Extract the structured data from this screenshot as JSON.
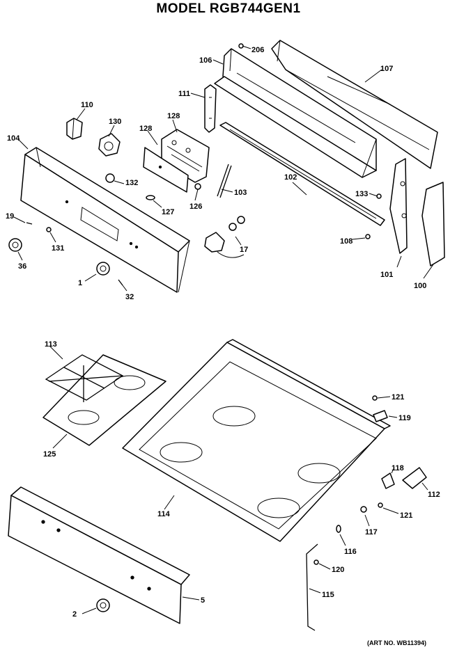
{
  "title": "MODEL RGB744GEN1",
  "art_number": "(ART NO. WB11394)",
  "callouts": {
    "c206": "206",
    "c106": "106",
    "c107": "107",
    "c111": "111",
    "c110": "110",
    "c130": "130",
    "c128a": "128",
    "c128b": "128",
    "c104": "104",
    "c132": "132",
    "c127": "127",
    "c126": "126",
    "c103": "103",
    "c102": "102",
    "c133": "133",
    "c19": "19",
    "c131": "131",
    "c36": "36",
    "c1": "1",
    "c32": "32",
    "c17": "17",
    "c108": "108",
    "c101": "101",
    "c100": "100",
    "c113": "113",
    "c125": "125",
    "c121a": "121",
    "c119": "119",
    "c118": "118",
    "c112": "112",
    "c114": "114",
    "c121b": "121",
    "c117": "117",
    "c116": "116",
    "c120": "120",
    "c115": "115",
    "c5": "5",
    "c2": "2"
  }
}
